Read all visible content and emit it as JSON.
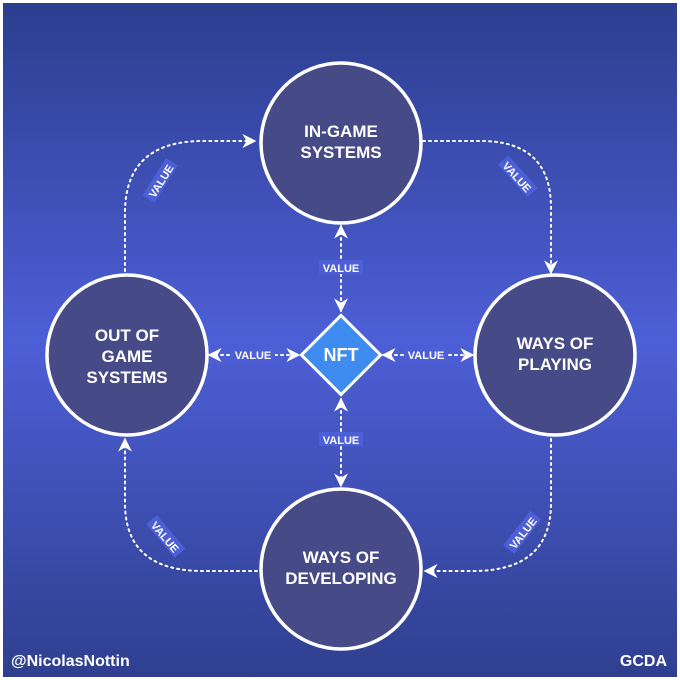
{
  "colors": {
    "bg_top": "#2c3e8e",
    "bg_mid": "#4d5fd6",
    "bg_bottom": "#2f3f8f",
    "node_fill": "#464a86",
    "node_stroke": "#ffffff",
    "center_fill": "#3f8cf0"
  },
  "nodes": {
    "in_game": [
      "IN-GAME",
      "SYSTEMS"
    ],
    "out_of_game": [
      "OUT OF",
      "GAME",
      "SYSTEMS"
    ],
    "ways_playing": [
      "WAYS OF",
      "PLAYING"
    ],
    "ways_developing": [
      "WAYS OF",
      "DEVELOPING"
    ]
  },
  "center": {
    "label": "NFT"
  },
  "edge_label": "VALUE",
  "footer": {
    "credit": "@NicolasNottin",
    "brand": "GCDA"
  }
}
